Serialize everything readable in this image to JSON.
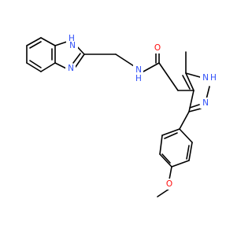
{
  "molecule": {
    "labels": {
      "benzimidazole_nh": "H",
      "benzimidazole_n_top": "N",
      "benzimidazole_n_bottom": "N",
      "amide_nh": "N",
      "amide_h": "H",
      "carbonyl_o": "O",
      "pyrazole_n1": "N",
      "pyrazole_h": "H",
      "pyrazole_n2": "N",
      "methoxy_o": "O"
    },
    "colors": {
      "bond": "#000000",
      "nitrogen": "#3050F8",
      "oxygen": "#FF0D0D",
      "background": "#ffffff"
    }
  }
}
